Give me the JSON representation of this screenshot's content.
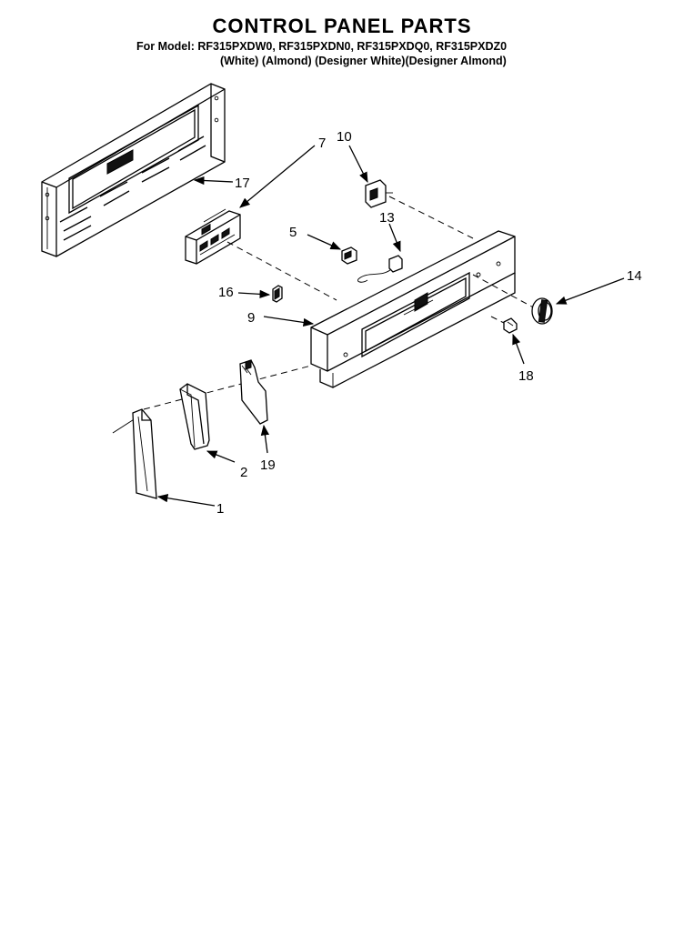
{
  "header": {
    "title": "CONTROL PANEL PARTS",
    "models": "For Model: RF315PXDW0, RF315PXDN0, RF315PXDQ0, RF315PXDZ0",
    "finishes": "(White)      (Almond) (Designer White)(Designer Almond)"
  },
  "callouts": [
    "7",
    "10",
    "17",
    "13",
    "5",
    "14",
    "16",
    "9",
    "18",
    "2",
    "19",
    "1"
  ],
  "colors": {
    "ink": "#000000",
    "paper": "#ffffff"
  }
}
